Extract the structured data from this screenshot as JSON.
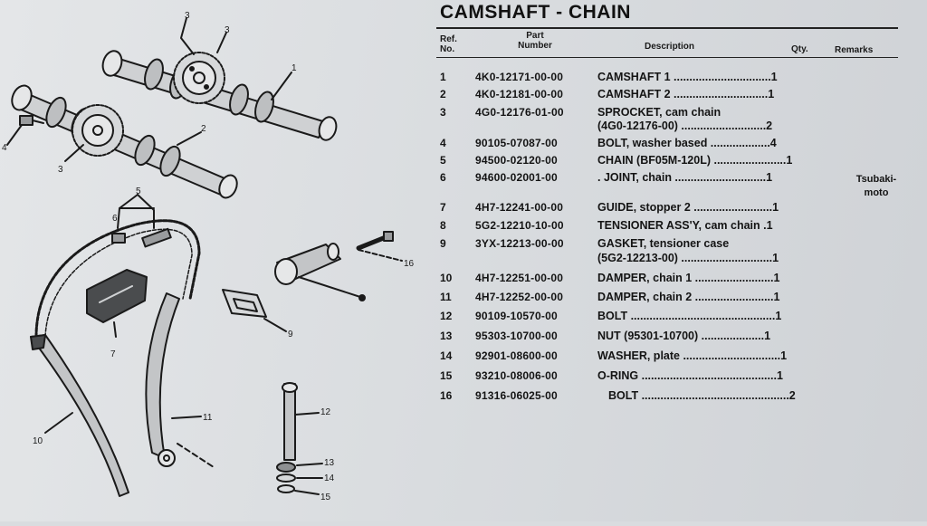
{
  "title": "CAMSHAFT - CHAIN",
  "headers": {
    "ref_line1": "Ref.",
    "ref_line2": "No.",
    "part_line1": "Part",
    "part_line2": "Number",
    "description": "Description",
    "qty": "Qty.",
    "remarks": "Remarks"
  },
  "parts": [
    {
      "ref": "1",
      "part": "4K0-12171-00-00",
      "desc": "CAMSHAFT 1 ...............................1"
    },
    {
      "ref": "2",
      "part": "4K0-12181-00-00",
      "desc": "CAMSHAFT 2 ..............................1"
    },
    {
      "ref": "3",
      "part": "4G0-12176-01-00",
      "desc": "SPROCKET, cam chain",
      "desc2": "(4G0-12176-00) ...........................2"
    },
    {
      "ref": "4",
      "part": "90105-07087-00",
      "desc": "BOLT, washer based ...................4"
    },
    {
      "ref": "5",
      "part": "94500-02120-00",
      "desc": "CHAIN (BF05M-120L) .......................1"
    },
    {
      "ref": "6",
      "part": "94600-02001-00",
      "desc": ". JOINT, chain .............................1",
      "remarks": "Tsubaki-\nmoto"
    },
    {
      "ref": "7",
      "part": "4H7-12241-00-00",
      "desc": "GUIDE, stopper 2 .........................1"
    },
    {
      "ref": "8",
      "part": "5G2-12210-10-00",
      "desc": "TENSIONER ASS'Y, cam chain .1"
    },
    {
      "ref": "9",
      "part": "3YX-12213-00-00",
      "desc": "GASKET, tensioner case",
      "desc2": "(5G2-12213-00) .............................1"
    },
    {
      "ref": "10",
      "part": "4H7-12251-00-00",
      "desc": "DAMPER, chain 1 .........................1"
    },
    {
      "ref": "11",
      "part": "4H7-12252-00-00",
      "desc": "DAMPER, chain 2 .........................1"
    },
    {
      "ref": "12",
      "part": "90109-10570-00",
      "desc": "BOLT ..............................................1"
    },
    {
      "ref": "13",
      "part": "95303-10700-00",
      "desc": "NUT (95301-10700) ....................1"
    },
    {
      "ref": "14",
      "part": "92901-08600-00",
      "desc": "WASHER, plate ...............................1"
    },
    {
      "ref": "15",
      "part": "93210-08006-00",
      "desc": "O-RING ...........................................1"
    },
    {
      "ref": "16",
      "part": "91316-06025-00",
      "desc": "BOLT ...............................................2"
    }
  ],
  "diagram_callouts": [
    "1",
    "2",
    "3",
    "4",
    "5",
    "6",
    "7",
    "9",
    "10",
    "11",
    "12",
    "13",
    "14",
    "15",
    "16"
  ]
}
